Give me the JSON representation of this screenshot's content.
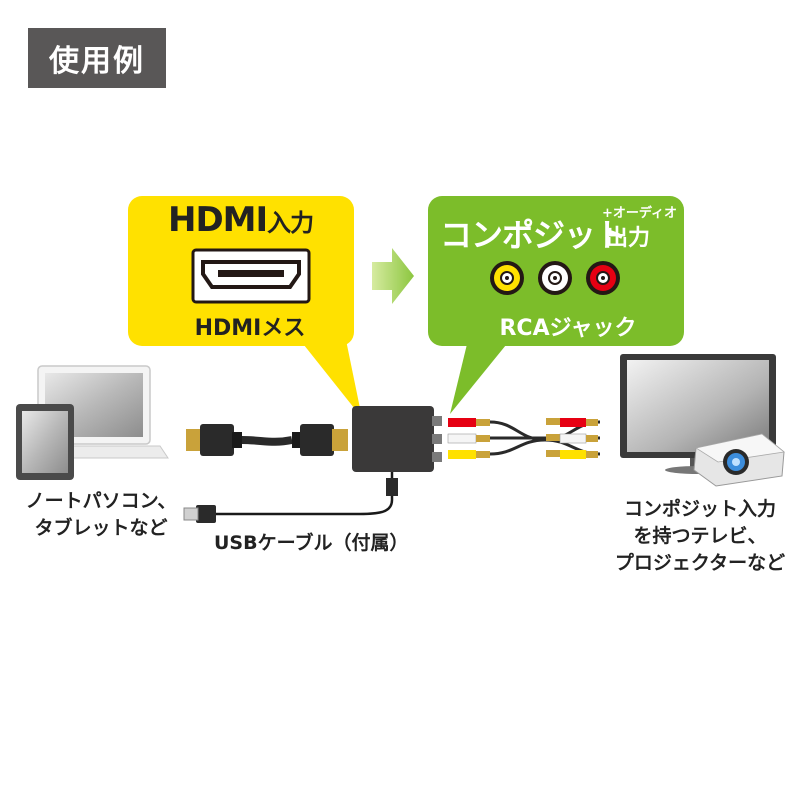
{
  "header": {
    "title": "使用例"
  },
  "input_bubble": {
    "title": "HDMI",
    "title_suffix": "入力",
    "connector_label": "HDMIメス"
  },
  "output_bubble": {
    "title": "コンポジット",
    "title_suffix": "出力",
    "audio_note": "+オーディオ",
    "connector_label": "RCAジャック",
    "jacks": [
      {
        "name": "video",
        "color": "#ffe100"
      },
      {
        "name": "audio-left",
        "color": "#ffffff"
      },
      {
        "name": "audio-right",
        "color": "#e60012"
      }
    ]
  },
  "captions": {
    "source_line1": "ノートパソコン、",
    "source_line2": "タブレットなど",
    "usb_cable": "USBケーブル（付属）",
    "dest_line1": "コンポジット入力",
    "dest_line2": "を持つテレビ、",
    "dest_line3": "プロジェクターなど"
  },
  "colors": {
    "header_bg": "#595757",
    "input_bubble": "#ffe100",
    "output_bubble": "#7cbd2a",
    "arrow": "#a5d04a"
  }
}
